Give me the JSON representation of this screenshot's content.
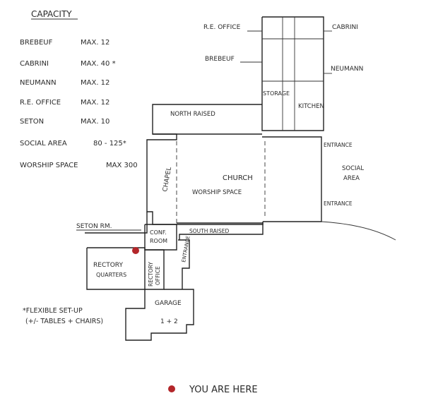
{
  "capacity": {
    "title": "CAPACITY",
    "rows": [
      {
        "room": "BREBEUF",
        "max": "MAX. 12"
      },
      {
        "room": "CABRINI",
        "max": "MAX. 40 *"
      },
      {
        "room": "NEUMANN",
        "max": "MAX. 12"
      },
      {
        "room": "R.E. OFFICE",
        "max": "MAX. 12"
      },
      {
        "room": "SETON",
        "max": "MAX. 10"
      },
      {
        "room": "SOCIAL AREA",
        "max": "80 - 125*"
      },
      {
        "room": "WORSHIP SPACE",
        "max": "MAX 300"
      }
    ],
    "footnote_line1": "*FLEXIBLE SET-UP",
    "footnote_line2": "(+/- TABLES + CHAIRS)"
  },
  "labels": {
    "re_office": "R.E. OFFICE",
    "cabrini": "CABRINI",
    "brebeuf": "BREBEUF",
    "neumann": "NEUMANN",
    "storage": "STORAGE",
    "kitchen": "KITCHEN",
    "north_raised": "NORTH RAISED",
    "church": "CHURCH",
    "worship_space": "WORSHIP SPACE",
    "chapel": "CHAPEL",
    "social_area_1": "SOCIAL",
    "social_area_2": "AREA",
    "entrance_top": "ENTRANCE",
    "entrance_bottom": "ENTRANCE",
    "seton_rm": "SETON RM.",
    "conf_room_1": "CONF.",
    "conf_room_2": "ROOM",
    "south_raised": "SOUTH RAISED",
    "rectory_quarters_1": "RECTORY",
    "rectory_quarters_2": "QUARTERS",
    "rectory_office_1": "RECTORY",
    "rectory_office_2": "OFFICE",
    "entrance_side": "ENTRANCE",
    "garage_1": "GARAGE",
    "garage_2": "1 + 2"
  },
  "you_are_here": "YOU ARE HERE",
  "colors": {
    "marker": "#b3262a",
    "ink": "#222222"
  }
}
